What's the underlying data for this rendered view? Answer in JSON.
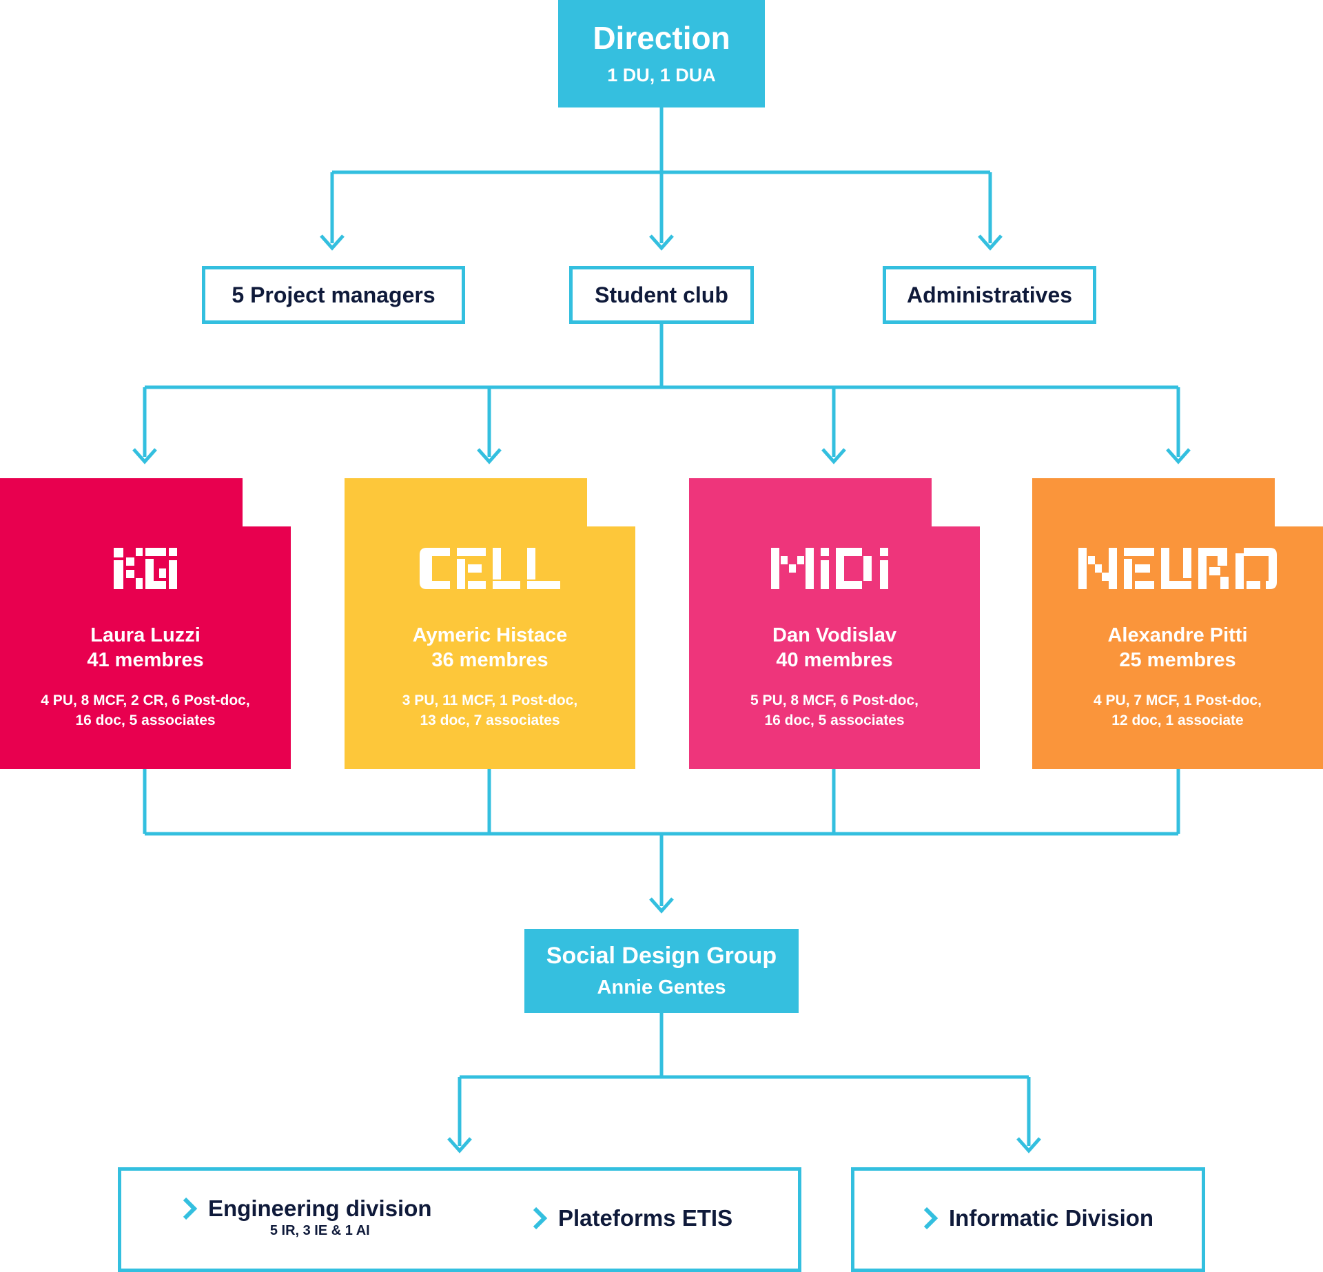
{
  "colors": {
    "connector": "#33bfdf",
    "cyan_box": "#35bfdf",
    "text_dark": "#0f1a3a",
    "kgi": "#e8004f",
    "cell": "#fdc73a",
    "midi": "#ee357b",
    "neuro": "#fa953b"
  },
  "direction": {
    "title": "Direction",
    "subtitle": "1 DU, 1 DUA"
  },
  "level2": [
    {
      "label": "5 Project managers"
    },
    {
      "label": "Student club"
    },
    {
      "label": "Administratives"
    }
  ],
  "teams": [
    {
      "logo": "KGI",
      "leader": "Laura Luzzi",
      "members": "41 membres",
      "details_line1": "4 PU, 8 MCF, 2 CR, 6 Post-doc,",
      "details_line2": "16 doc, 5 associates"
    },
    {
      "logo": "CELL",
      "leader": "Aymeric Histace",
      "members": "36 membres",
      "details_line1": "3 PU, 11 MCF, 1 Post-doc,",
      "details_line2": "13 doc, 7 associates"
    },
    {
      "logo": "MIDI",
      "leader": "Dan Vodislav",
      "members": "40 membres",
      "details_line1": "5 PU, 8 MCF, 6 Post-doc,",
      "details_line2": "16 doc, 5 associates"
    },
    {
      "logo": "NEURO",
      "leader": "Alexandre Pitti",
      "members": "25 membres",
      "details_line1": "4 PU, 7 MCF, 1 Post-doc,",
      "details_line2": "12 doc, 1 associate"
    }
  ],
  "social_group": {
    "title": "Social Design Group",
    "subtitle": "Annie Gentes"
  },
  "divisions": {
    "engineering": {
      "label": "Engineering division",
      "note": "5 IR, 3 IE & 1 AI"
    },
    "plateforms": {
      "label": "Plateforms ETIS"
    },
    "informatic": {
      "label": "Informatic Division"
    }
  },
  "icons": {
    "chevron": "chevron-right-icon",
    "arrow": "arrow-down-icon"
  }
}
